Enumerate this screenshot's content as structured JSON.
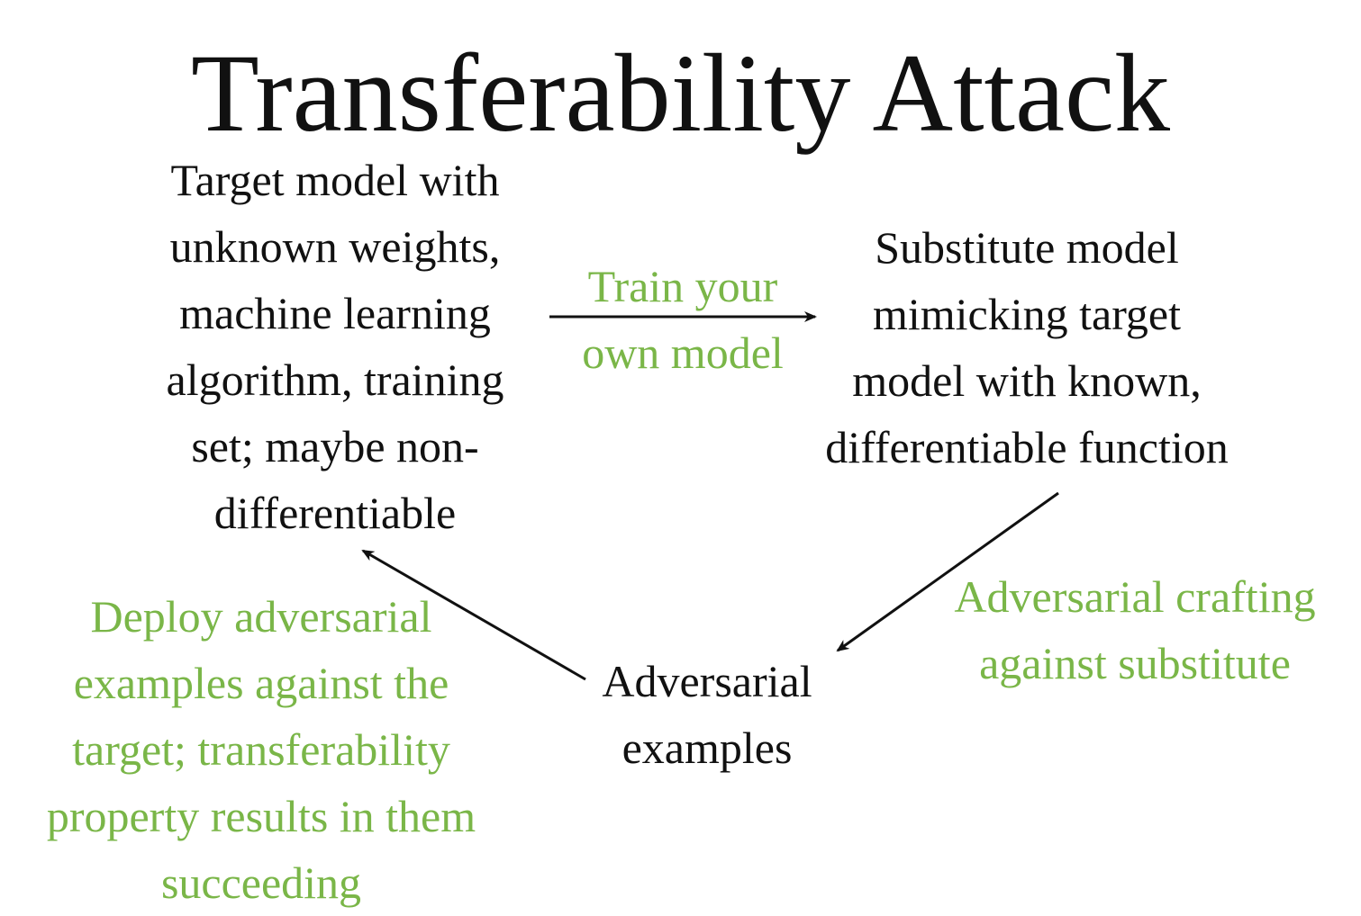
{
  "title": "Transferability Attack",
  "colors": {
    "text": "#111111",
    "accent_green": "#7ab648",
    "arrow": "#111111"
  },
  "nodes": {
    "target_model": {
      "lines": [
        "Target model with",
        "unknown weights,",
        "machine learning",
        "algorithm, training",
        "set; maybe non-",
        "differentiable"
      ]
    },
    "substitute_model": {
      "lines": [
        "Substitute model",
        "mimicking target",
        "model with known,",
        "differentiable function"
      ]
    },
    "adversarial_examples": {
      "lines": [
        "Adversarial",
        "examples"
      ]
    }
  },
  "edges": {
    "train": {
      "lines": [
        "Train your",
        "own model"
      ]
    },
    "craft": {
      "lines": [
        "Adversarial crafting",
        "against substitute"
      ]
    },
    "deploy": {
      "lines": [
        "Deploy adversarial",
        "examples against the",
        "target; transferability",
        "property results in them",
        "succeeding"
      ]
    }
  }
}
